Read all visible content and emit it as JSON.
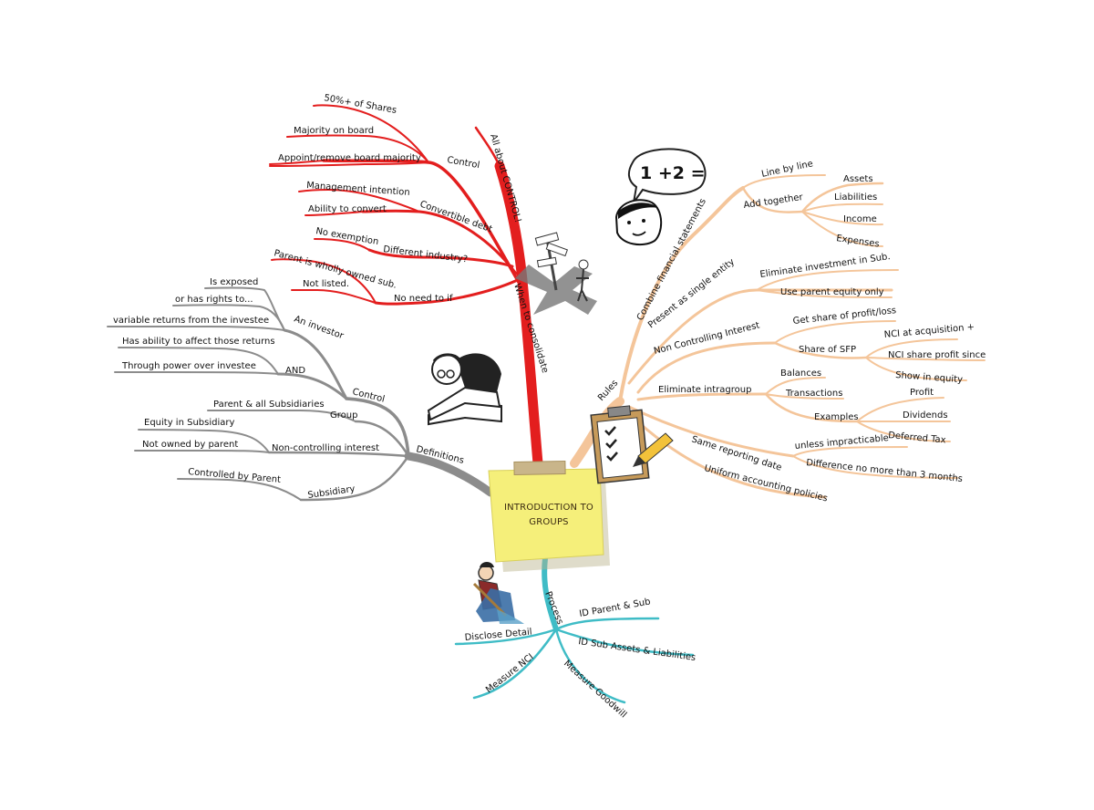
{
  "central_topic": {
    "line1": "INTRODUCTION TO",
    "line2": "GROUPS"
  },
  "bubble_text": "1 +2 =",
  "colors": {
    "consolidate": "#e31e1e",
    "definitions": "#8c8c8c",
    "rules": "#f4c59a",
    "process": "#3fbcc6",
    "sticky_note": "#f5ef7a"
  },
  "icons": {
    "signpost": "signpost-icon",
    "reader": "reading-man-icon",
    "face": "smiley-face-icon",
    "clipboard": "checklist-clipboard-icon",
    "sweeper": "sweeping-man-icon"
  },
  "consolidate": {
    "main": "When to consolidate",
    "note": "All about CONTROL!",
    "control": {
      "label": "Control",
      "items": [
        "50%+ of Shares",
        "Majority on board",
        "Appoint/remove board majority"
      ]
    },
    "convertible": {
      "label": "Convertible debt",
      "items": [
        "Management intention",
        "Ability to convert"
      ]
    },
    "industry": {
      "label": "Different industry?",
      "items": [
        "No exemption"
      ]
    },
    "no_need": {
      "label": "No need to if",
      "items": [
        "Parent is wholly owned sub.",
        "Not listed."
      ]
    }
  },
  "definitions": {
    "main": "Definitions",
    "control": "Control",
    "investor": "An investor",
    "investor_items": [
      "Is exposed",
      "or has rights to...",
      "variable returns from the investee"
    ],
    "and": "AND",
    "and_items": [
      "Has ability to affect those returns",
      "Through power over investee"
    ],
    "group": "Group",
    "group_item": "Parent & all Subsidiaries",
    "nci": "Non-controlling interest",
    "nci_items": [
      "Equity in Subsidiary",
      "Not owned by parent"
    ],
    "subsidiary": "Subsidiary",
    "subsidiary_item": "Controlled by Parent"
  },
  "rules": {
    "main": "Rules",
    "combine": "Combine financial statements",
    "line_by_line": "Line by line",
    "add_together": "Add together",
    "add_items": [
      "Assets",
      "Liabilities",
      "Income",
      "Expenses"
    ],
    "single_entity": "Present as single entity",
    "single_items": [
      "Eliminate investment in Sub.",
      "Use parent equity only"
    ],
    "nci": "Non Controlling Interest",
    "nci_profit": "Get share of profit/loss",
    "sfp": "Share of SFP",
    "sfp_items": [
      "NCI at acquisition +",
      "NCI share profit since",
      "Show in equity"
    ],
    "intragroup": "Eliminate intragroup",
    "intragroup_items": [
      "Balances",
      "Transactions"
    ],
    "examples": "Examples",
    "example_items": [
      "Profit",
      "Dividends",
      "Deferred Tax"
    ],
    "reporting": "Same reporting date",
    "reporting_items": [
      "unless impracticable",
      "Difference no more than 3 months"
    ],
    "uniform": "Uniform accounting policies"
  },
  "process": {
    "main": "Process",
    "items": [
      "ID Parent & Sub",
      "ID Sub Assets & Liabilities",
      "Measure Goodwill",
      "Measure NCI",
      "Disclose Detail"
    ]
  }
}
